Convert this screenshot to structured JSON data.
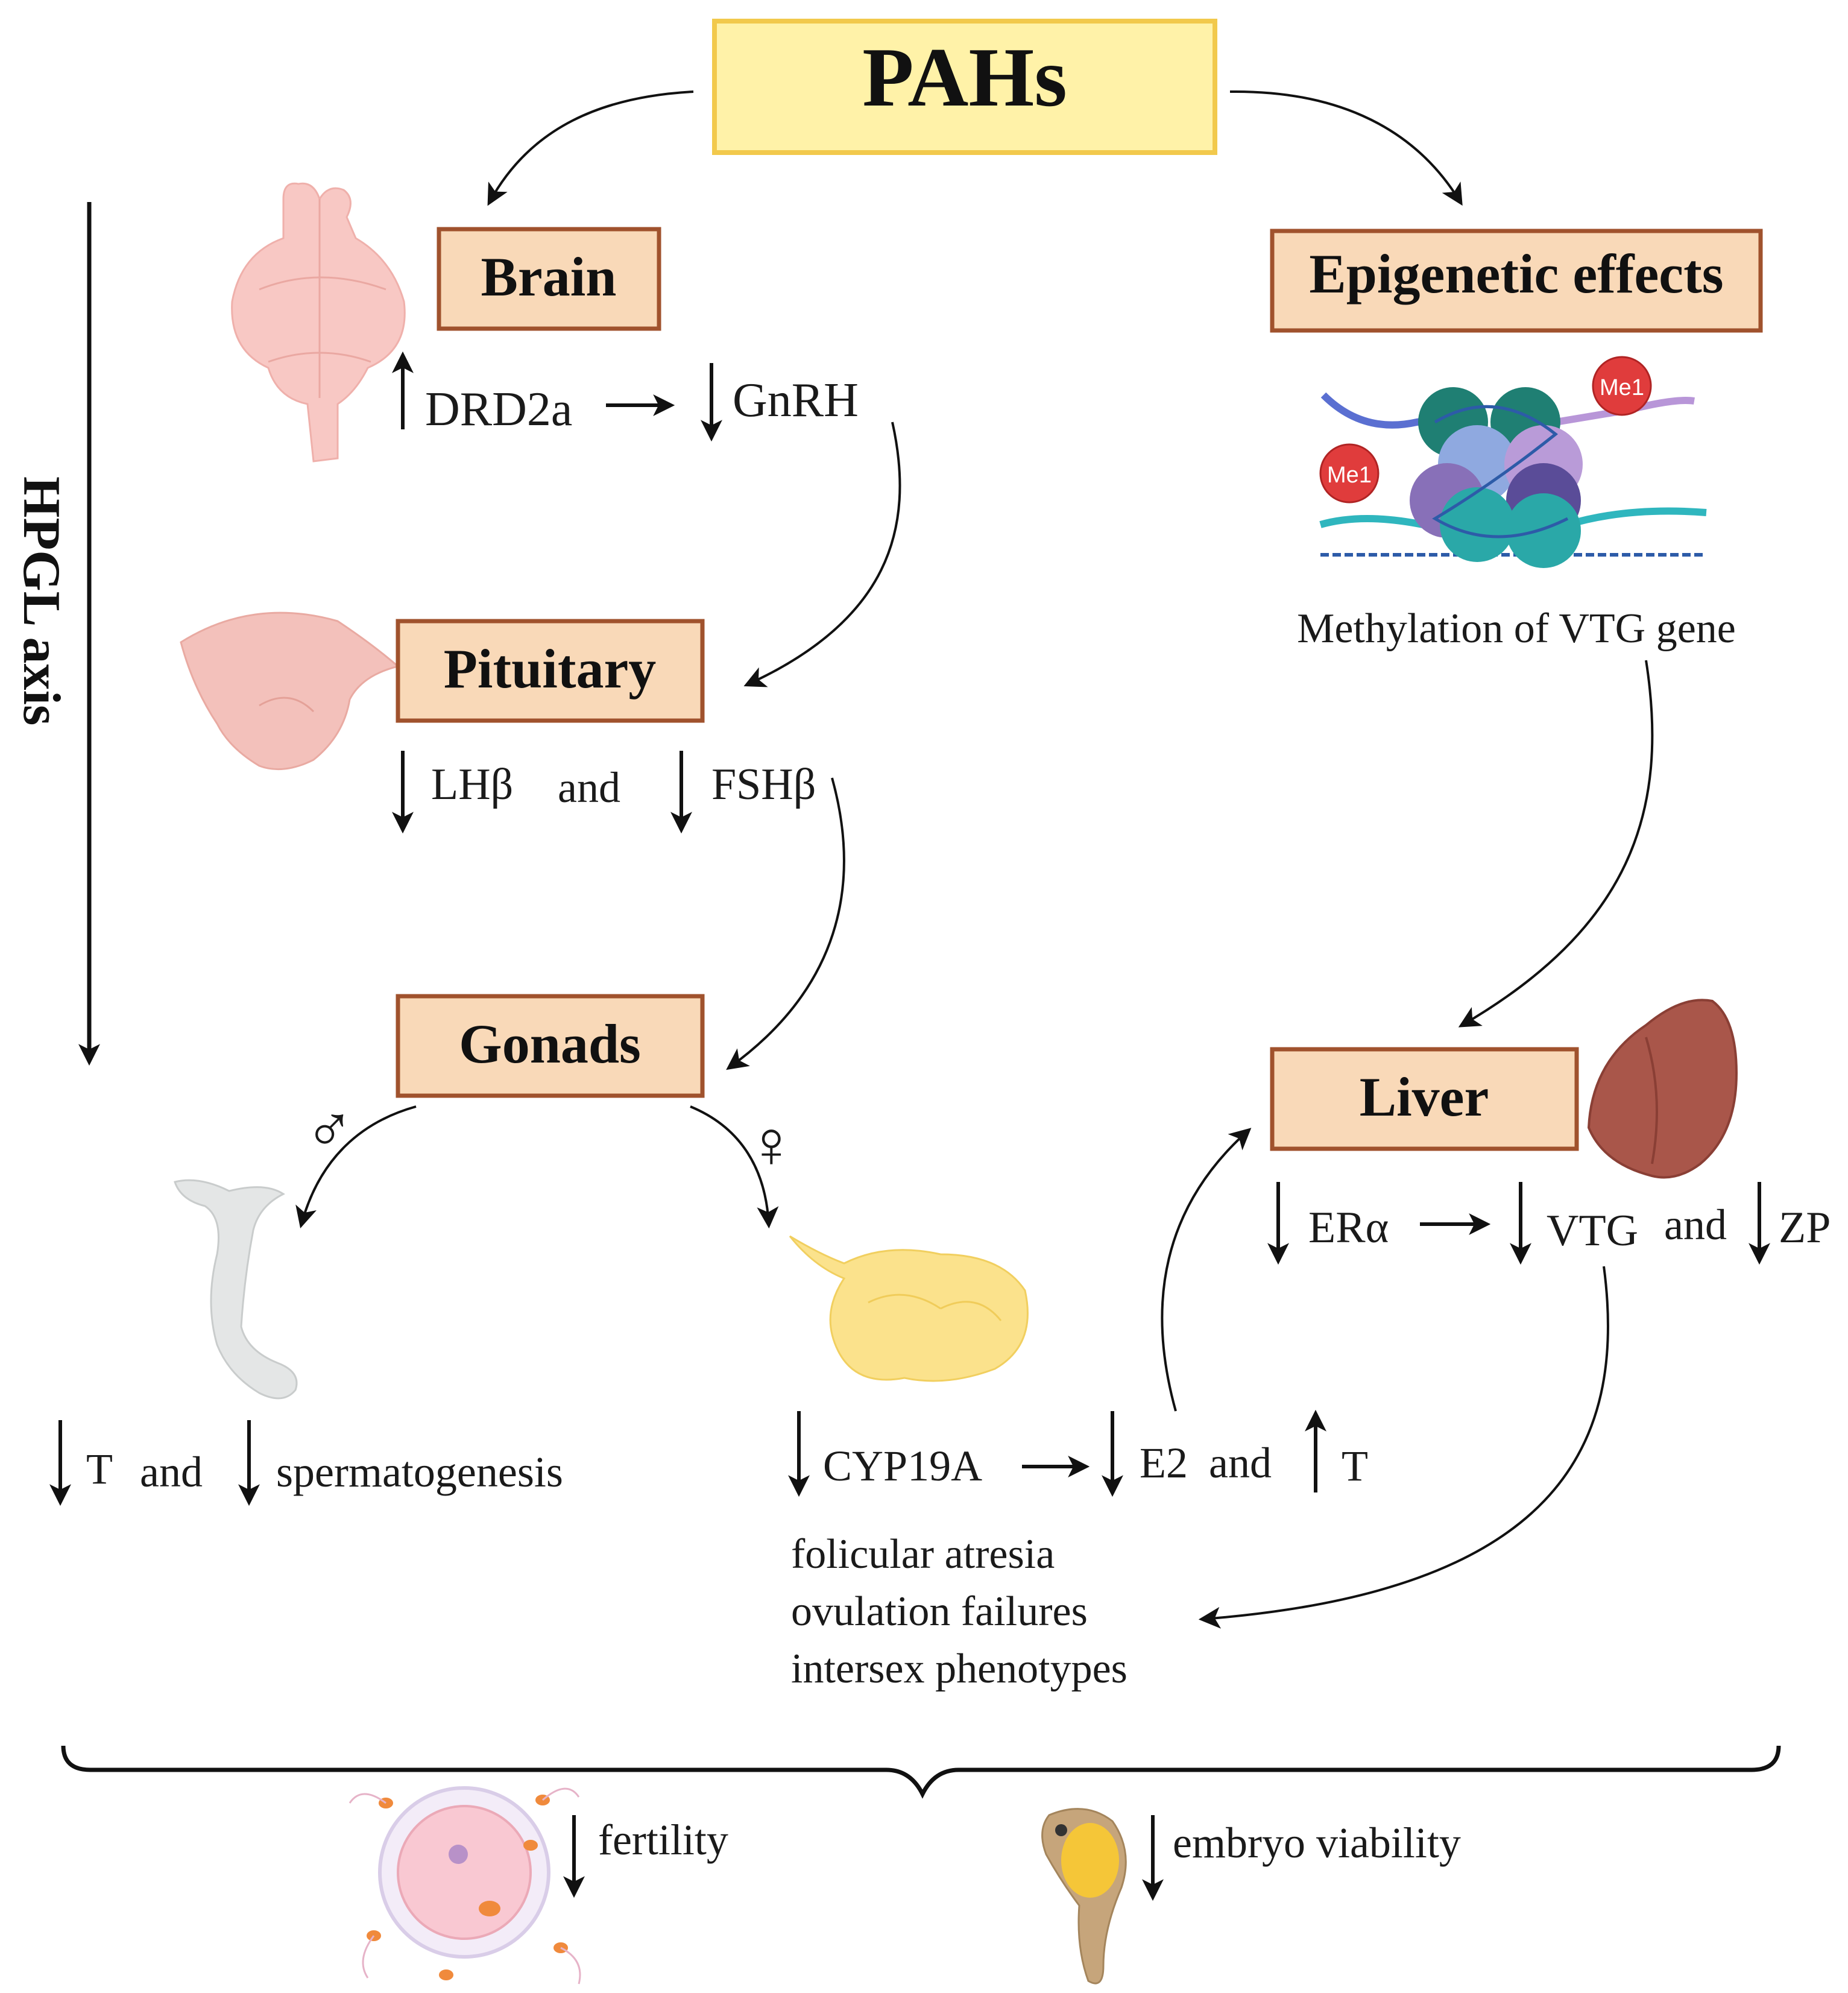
{
  "boxes": {
    "pahs": "PAHs",
    "brain": "Brain",
    "pituitary": "Pituitary",
    "gonads": "Gonads",
    "epigenetic": "Epigenetic effects",
    "liver": "Liver"
  },
  "axis_label": "HPGL axis",
  "brain_row": {
    "drd2a": "DRD2a",
    "gnrh": "GnRH"
  },
  "pituitary_row": {
    "lh": "LHβ",
    "and": "and",
    "fsh": "FSHβ"
  },
  "male_row": {
    "t": "T",
    "and": "and",
    "sperm": "spermatogenesis"
  },
  "female_row": {
    "cyp": "CYP19A",
    "e2": "E2",
    "and": "and",
    "t": "T"
  },
  "female_effects": [
    "folicular atresia",
    "ovulation failures",
    "intersex phenotypes"
  ],
  "epigenetic_caption": "Methylation of VTG gene",
  "methyl_tag": "Me1",
  "liver_row": {
    "era": "ERα",
    "vtg": "VTG",
    "and": "and",
    "zp": "ZP"
  },
  "symbols": {
    "male": "♂",
    "female": "♀"
  },
  "outcomes": {
    "fertility": "fertility",
    "embryo": "embryo viability"
  },
  "colors": {
    "pahs_fill": "#fff2a8",
    "pahs_border": "#f2c94c",
    "box_fill": "#f9d9b8",
    "box_border": "#a0522d",
    "brain": "#f8c8c4",
    "pituitary": "#f3c1bb",
    "testis": "#e4e6e6",
    "ovary": "#fbe28c",
    "liver": "#a9564a"
  },
  "icons": [
    "brain-icon",
    "pituitary-icon",
    "testis-icon",
    "ovary-icon",
    "nucleosome-icon",
    "liver-icon",
    "egg-sperm-icon",
    "embryo-icon"
  ]
}
